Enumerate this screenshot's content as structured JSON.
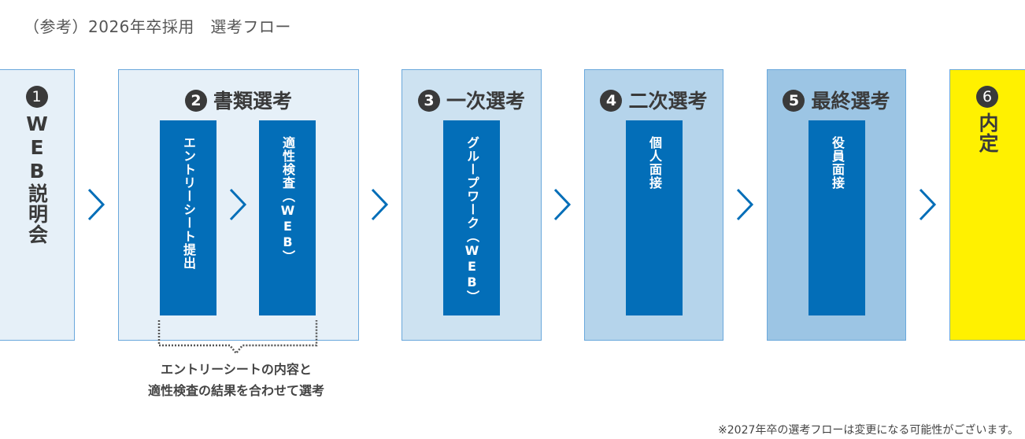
{
  "title": "（参考）2026年卒採用　選考フロー",
  "colors": {
    "stage1": "#e6f0f8",
    "stage2": "#e6f0f8",
    "stage3": "#cde2f1",
    "stage4": "#b5d4eb",
    "stage5": "#9cc5e4",
    "stage6": "#fff100",
    "bar": "#036eb8"
  },
  "stages": [
    {
      "num": "1",
      "label": "WEB説明会"
    },
    {
      "num": "2",
      "label": "書類選考",
      "steps": [
        "エントリーシート提出",
        "適性検査（WEB）"
      ]
    },
    {
      "num": "3",
      "label": "一次選考",
      "steps": [
        "グループワーク（WEB）"
      ]
    },
    {
      "num": "4",
      "label": "二次選考",
      "steps": [
        "個人面接"
      ]
    },
    {
      "num": "5",
      "label": "最終選考",
      "steps": [
        "役員面接"
      ]
    },
    {
      "num": "6",
      "label": "内定"
    }
  ],
  "bracket_note": [
    "エントリーシートの内容と",
    "適性検査の結果を合わせて選考"
  ],
  "footnote": "※2027年卒の選考フローは変更になる可能性がございます。"
}
